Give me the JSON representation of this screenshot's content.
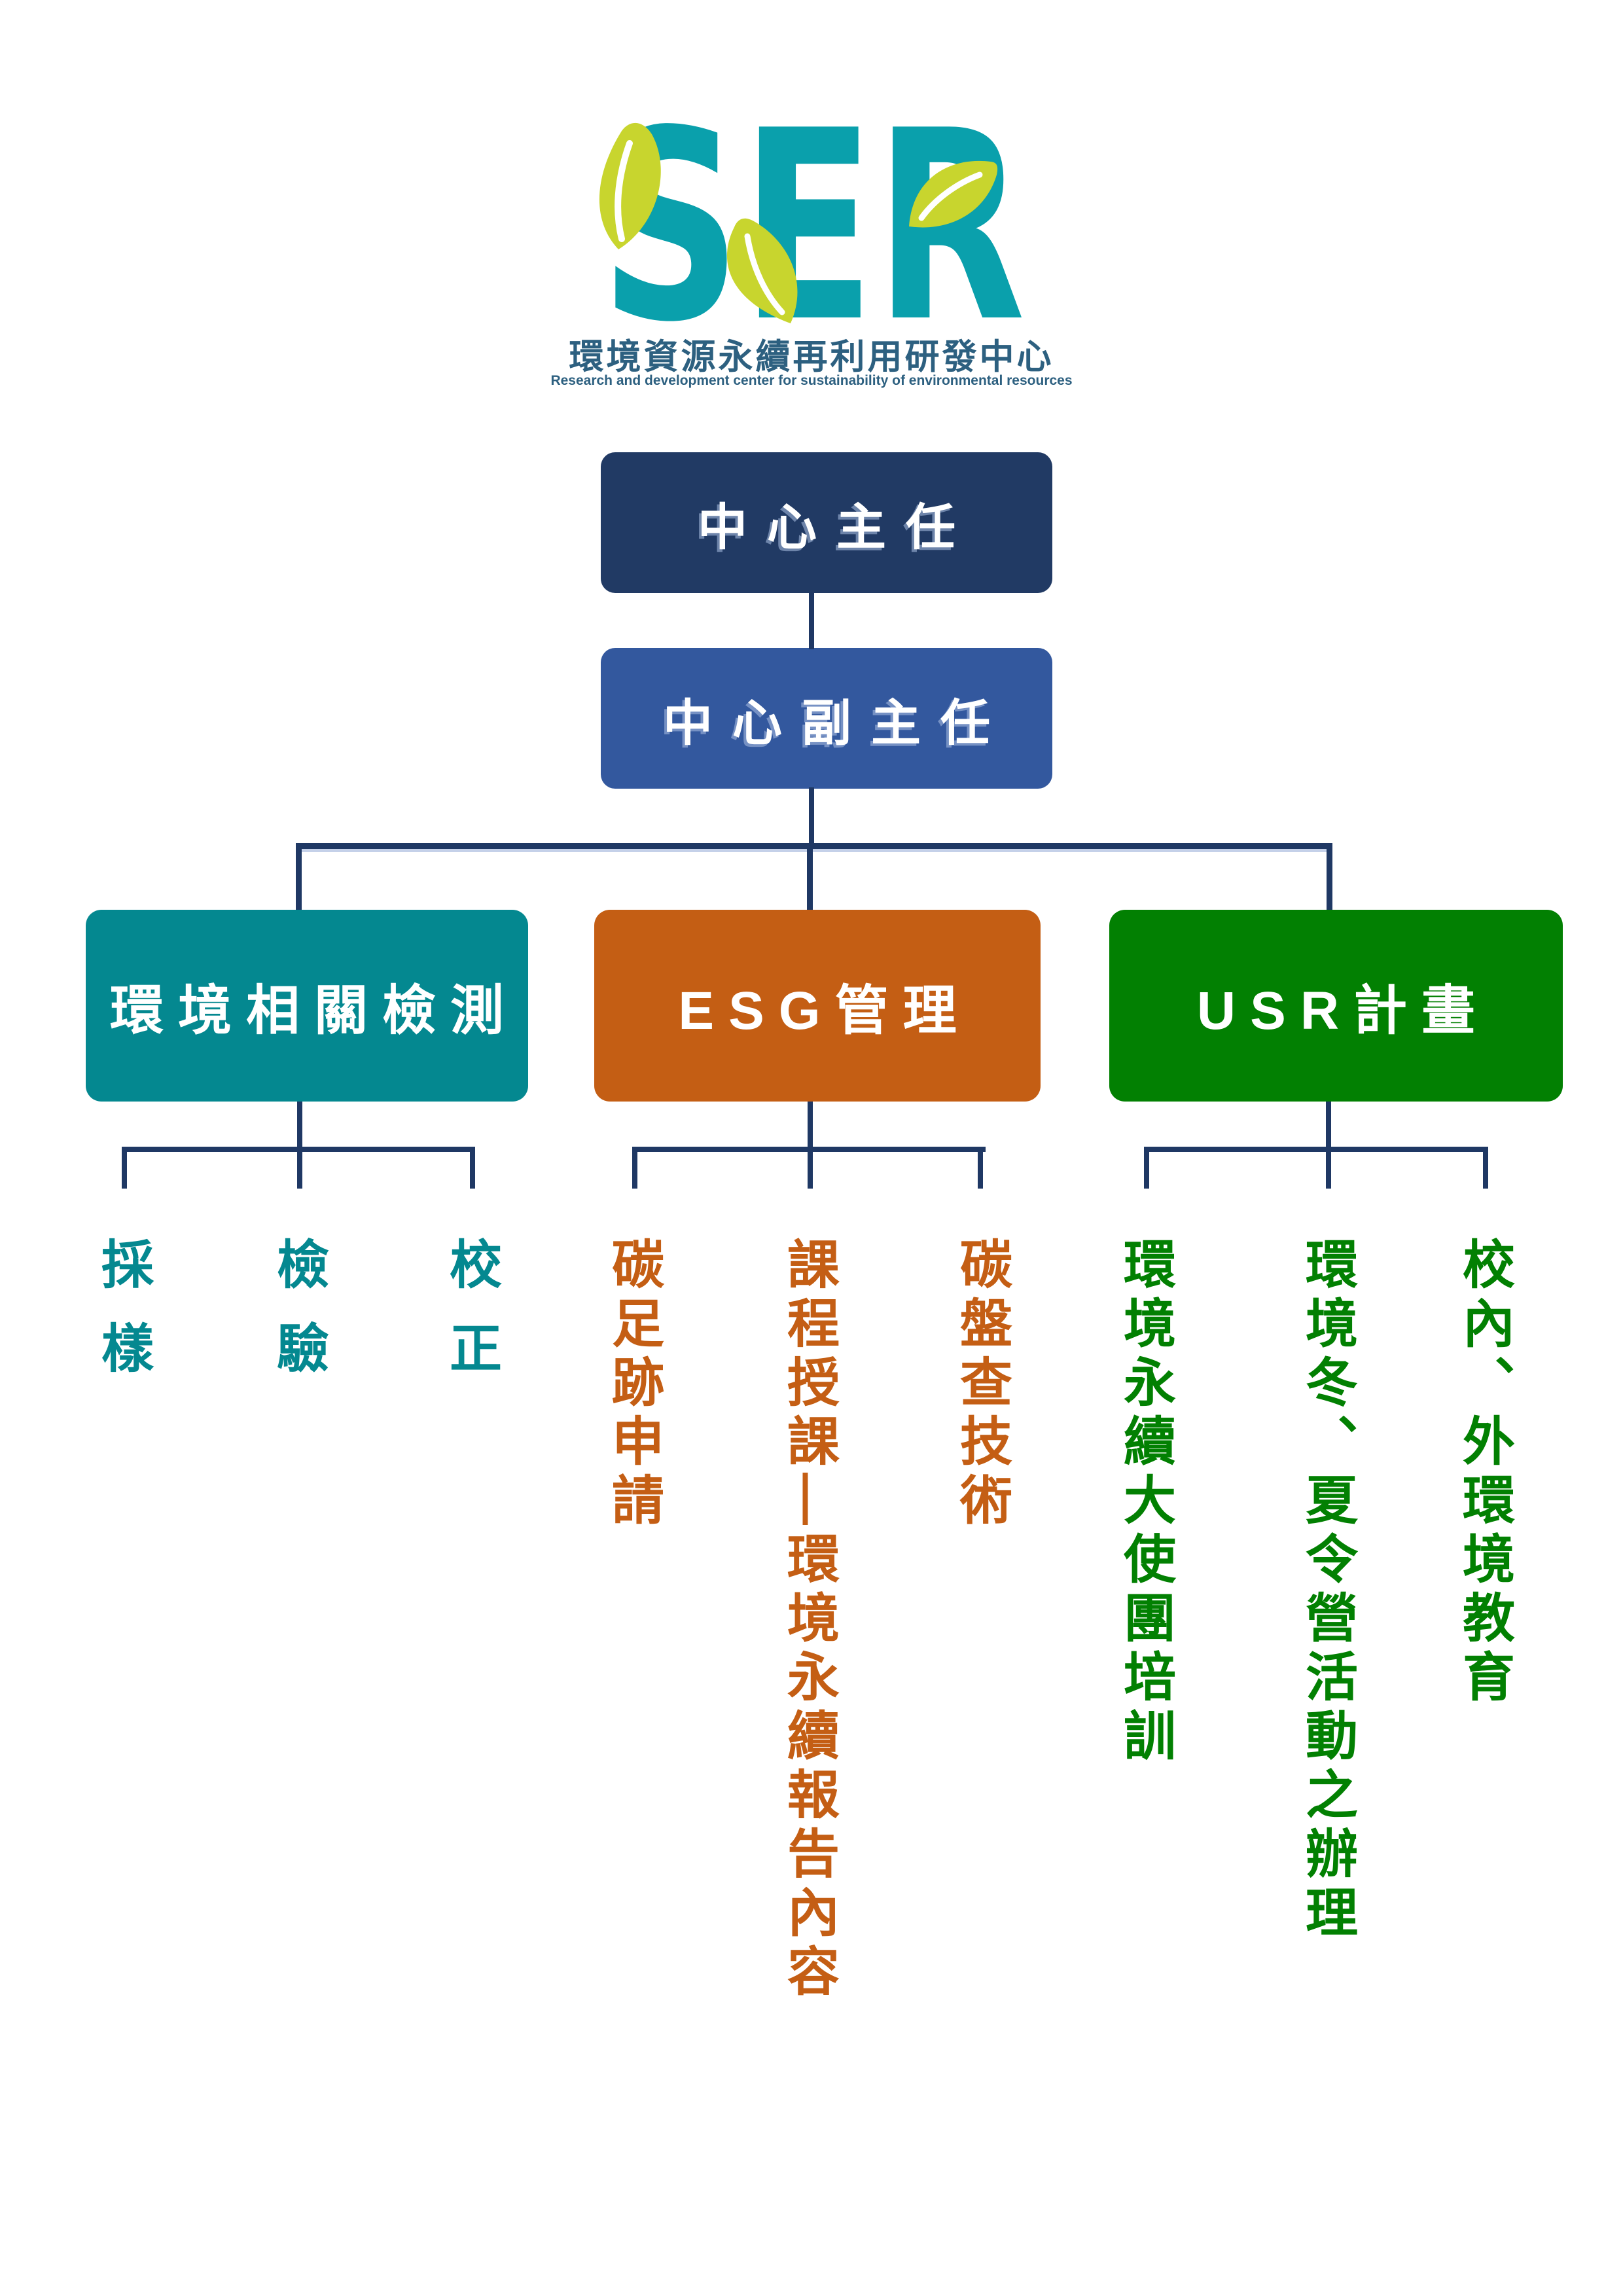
{
  "logo": {
    "acronym": "SER",
    "title_zh": "環境資源永續再利用研發中心",
    "title_en": "Research and development center for sustainability of environmental resources"
  },
  "colors": {
    "logo_teal": "#0AA0AC",
    "logo_leaf": "#C8D52E",
    "logo_title_blue": "#2D6080",
    "director_bg": "#213A64",
    "deputy_bg": "#33589E",
    "branch_testing_bg": "#048890",
    "branch_esg_bg": "#C45E14",
    "branch_usr_bg": "#028002",
    "connector": "#1F3864"
  },
  "org": {
    "director": "中心主任",
    "deputy": "中心副主任",
    "branches": [
      {
        "label": "環境相關檢測",
        "children": [
          "採樣",
          "檢驗",
          "校正"
        ]
      },
      {
        "label": "ESG管理",
        "children": [
          "碳足跡申請",
          "課程授課—環境永續報告內容",
          "碳盤查技術"
        ]
      },
      {
        "label": "USR計畫",
        "children": [
          "環境永續大使團培訓",
          "環境冬、夏令營活動之辦理",
          "校內、外環境教育"
        ]
      }
    ]
  }
}
